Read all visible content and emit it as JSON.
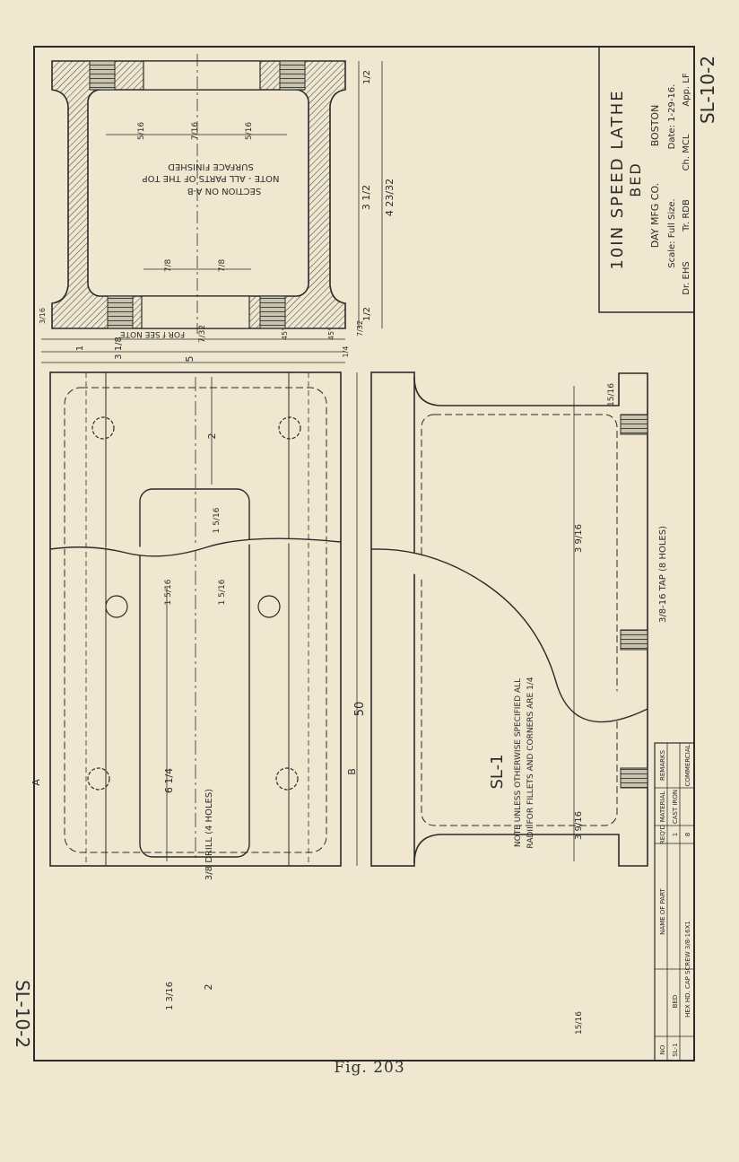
{
  "caption": "Fig. 203",
  "drawing_number": "SL-10-2",
  "title_block": {
    "title": "10IN SPEED LATHE",
    "subtitle": "BED",
    "company": "DAY MFG CO.",
    "city": "BOSTON",
    "scale": "Scale: Full Size.",
    "date": "Date: 1-29-16.",
    "dr": "Dr. EHS",
    "tr": "Tr. RDB",
    "ch": "Ch. MCL",
    "app": "App. LF"
  },
  "section_view": {
    "note_line1": "SECTION ON A-B",
    "note_line2": "NOTE - ALL PARTS OF THE TOP",
    "note_line3": "SURFACE FINISHED",
    "for_note": "FOR f SEE NOTE",
    "dims": {
      "height_total": "4 23/32",
      "height_inner": "3 1/2",
      "half_top": "1/2",
      "half_bottom": "1/2",
      "width_total": "5",
      "width_part": "3 1/8",
      "width_left": "1",
      "slot": "7/16",
      "slot2": "7/32",
      "angle1": "45°",
      "angle2": "45°",
      "small1": "3/16",
      "small2": "1/4",
      "small3": "7/32",
      "v1": "5/16",
      "v2": "5/16",
      "h1": "7/8",
      "h2": "7/8"
    }
  },
  "top_view": {
    "length": "50",
    "dim_2a": "2",
    "dim_2b": "2",
    "dim_1_3_16": "1 3/16",
    "dim_6_1_4": "6 1/4",
    "dim_15_16a": "1 5/16",
    "dim_15_16b": "1 5/16",
    "dim_15_16c": "1 5/16",
    "drill_note": "3/8 DRILL (4 HOLES)",
    "label_a": "A",
    "label_b": "B"
  },
  "side_view": {
    "part_label": "SL-1",
    "note_line1": "NOTE  UNLESS OTHERWISE SPECIFIED ALL",
    "note_line2": "RADII FOR FILLETS AND CORNERS ARE 1/4",
    "tap_note": "3/8-16 TAP (8 HOLES)",
    "dim_3_9_16a": "3 9/16",
    "dim_3_9_16b": "3 9/16",
    "dim_15_16_top": "15/16",
    "dim_15_16_bottom": "15/16"
  },
  "parts_list": {
    "headers": [
      "NO",
      "NAME OF PART",
      "REQ'D",
      "MATERIAL",
      "REMARKS"
    ],
    "rows": [
      [
        "SL-1",
        "BED",
        "1",
        "CAST IRON",
        ""
      ],
      [
        "",
        "HEX HD. CAP SCREW 3/8-16X1",
        "8",
        "",
        "COMMERCIAL"
      ]
    ]
  },
  "colors": {
    "paper": "#efe7cf",
    "ink": "#2b2b2b",
    "hatch": "#555555"
  }
}
